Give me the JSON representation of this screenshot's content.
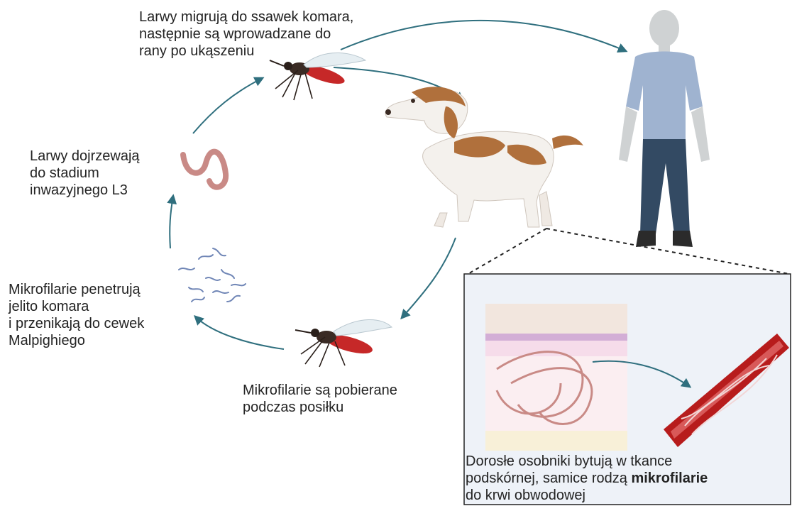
{
  "labels": {
    "mosquito_top": [
      "Larwy migrują do ssawek komara,",
      "następnie są wprowadzane do",
      "rany po ukąszeniu"
    ],
    "larvae_l3": [
      "Larwy dojrzewają",
      "do stadium",
      "inwazyjnego L3"
    ],
    "microfilariae_gut": [
      "Mikrofilarie penetrują",
      "jelito komara",
      "i przenikają do cewek",
      "Malpighiego"
    ],
    "blood_meal": [
      "Mikrofilarie są pobierane",
      "podczas posiłku"
    ],
    "adults": {
      "line1": "Dorosłe osobniki bytują w tkance",
      "line2_prefix": "podskórnej, samice rodzą ",
      "line2_bold": "mikrofilarie",
      "line3": "do krwi obwodowej"
    }
  },
  "colors": {
    "cycle_arrow": "#2f6f7e",
    "mosquito_blood": "#c62828",
    "dog_spots": "#b0703c",
    "shirt": "#9fb3d0",
    "trousers": "#334a63",
    "inset_bg": "#eef2f8",
    "vessel": "#b71c1c",
    "worm": "#c98a86"
  },
  "icons": [
    "mosquito-icon",
    "dog-illustration",
    "human-figure",
    "larva-worm-icon",
    "microfilariae-icon",
    "skin-section",
    "blood-vessel"
  ]
}
